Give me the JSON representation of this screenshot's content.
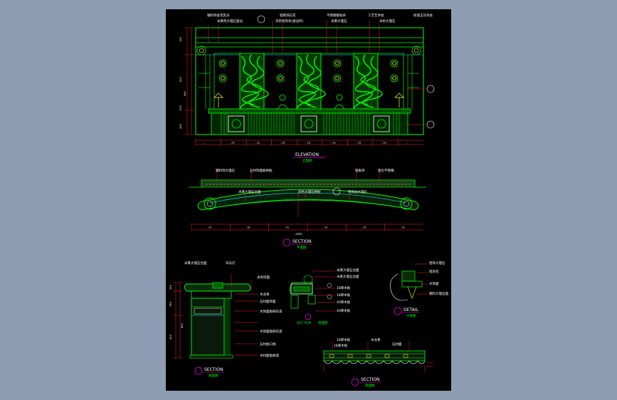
{
  "elevation": {
    "title": "ELEVATION",
    "subtitle": "立面图",
    "callouts": [
      "钢料饰金花乳白",
      "米黄色大理石金边",
      "铝铁饰石花",
      "深色铝饰条(金边料)",
      "不锈钢镀钛条",
      "米黄大理石",
      "工艺艺术柱",
      "玫瑰玉灰色柱",
      "米色大理石"
    ],
    "bottom_dims": [
      "-",
      "- 75",
      "- 75",
      "- 75",
      "- 75",
      "- 75",
      "- 75",
      "- 75",
      "-"
    ],
    "side_dims": [
      "150",
      "610",
      "940",
      "570",
      "260"
    ]
  },
  "plan": {
    "title": "SECTION",
    "subtitle": "平面图",
    "callouts": [
      "钢料饰大理石",
      "石材饰面板拼贴",
      "铝板饰",
      "铝包不锈钢",
      "米黄大理石台面",
      "深色大理石拼贴",
      "铝饰边大理石"
    ],
    "bottom_dims": [
      "- 75",
      "- 75",
      "- 75",
      "- 75",
      "- 75",
      "- 75"
    ],
    "total_dim": "- 0000"
  },
  "section_a": {
    "title": "SECTION",
    "subtitle": "剖面图",
    "callouts": [
      "米黄大理石台面",
      "日光灯",
      "米色饰面",
      "木龙骨",
      "石材面饰面",
      "木饰面板刷白漆",
      "木饰面板刷白漆",
      "石材收口线",
      "木材面板刷漆"
    ],
    "side_dims": [
      "250",
      "780",
      "300",
      "850"
    ]
  },
  "detail_d": {
    "title": "SECTION",
    "subtitle": "剖面图",
    "callouts": [
      "米黄大理石台面",
      "米黄大理石台面",
      "18厚木板",
      "18厚木板",
      "40厚木板",
      "40厚木板"
    ]
  },
  "detail_e": {
    "title": "DETAIL",
    "subtitle": "大样图",
    "callouts": [
      "铝饰大理石",
      "铝饰花",
      "木饰面",
      "钢料大理石面"
    ]
  },
  "section_f": {
    "title": "SECTION",
    "subtitle": "剖面图",
    "callouts": [
      "18厚木板",
      "木龙骨",
      "石材面",
      "18厚木板"
    ]
  },
  "colors": {
    "sheet": "#000000",
    "background": "#8f9db3",
    "primary_line": "#00ff00",
    "accent": "#ff00ff",
    "dimension": "#ff2020",
    "text": "#ffffff",
    "secondary": "#00ffff"
  }
}
